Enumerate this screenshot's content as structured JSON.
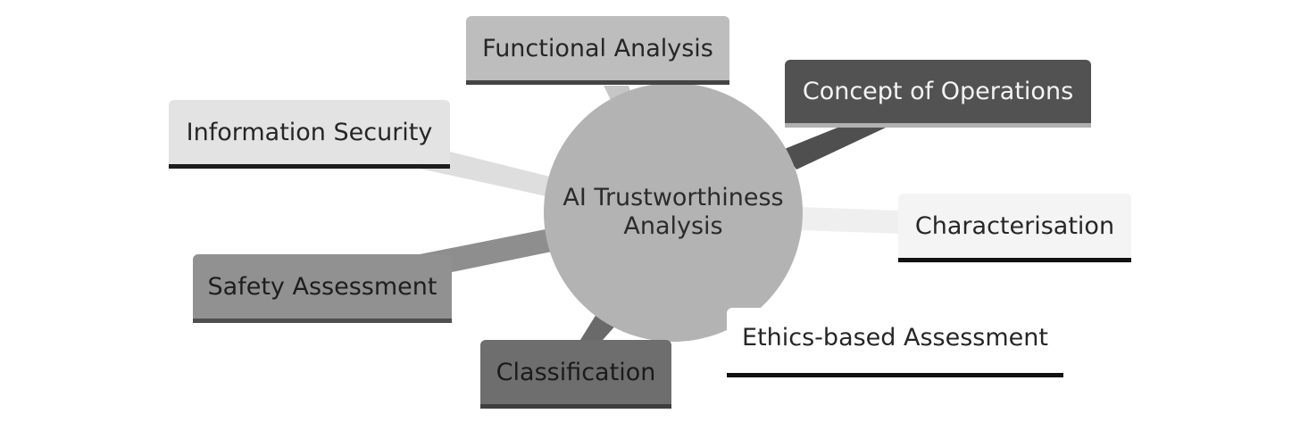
{
  "center": {
    "line1": "AI Trustworthiness",
    "line2": "Analysis",
    "fill": "#b3b3b3"
  },
  "branches": [
    {
      "key": "functional",
      "label": "Functional Analysis",
      "fill": "#bdbdbd",
      "link_color": "#c6c6c6"
    },
    {
      "key": "conops",
      "label": "Concept of Operations",
      "fill": "#525252",
      "link_color": "#4f4f4f"
    },
    {
      "key": "infosec",
      "label": "Information Security",
      "fill": "#e3e3e3",
      "link_color": "#dedede"
    },
    {
      "key": "char",
      "label": "Characterisation",
      "fill": "#f4f4f4",
      "link_color": "#efefef"
    },
    {
      "key": "safety",
      "label": "Safety Assessment",
      "fill": "#919191",
      "link_color": "#8e8e8e"
    },
    {
      "key": "ethics",
      "label": "Ethics-based Assessment",
      "fill": "#ffffff",
      "link_color": "#ffffff"
    },
    {
      "key": "class",
      "label": "Classification",
      "fill": "#6e6e6e",
      "link_color": "#6a6a6a"
    }
  ]
}
